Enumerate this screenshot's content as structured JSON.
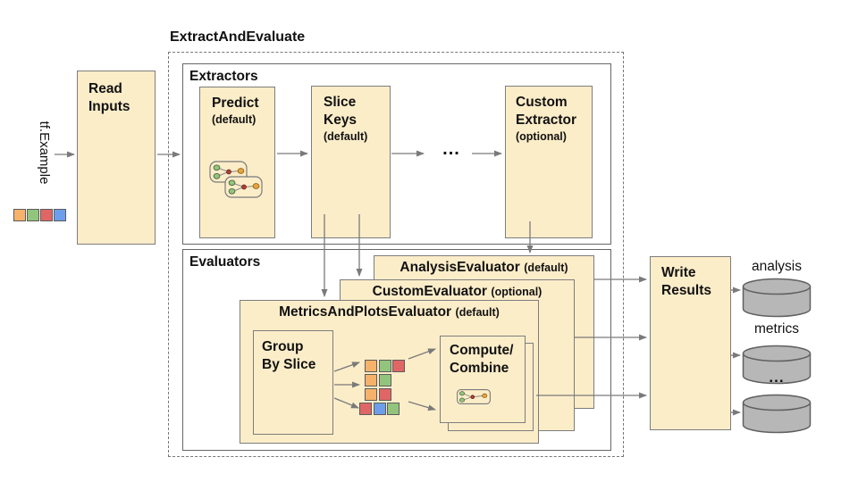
{
  "diagram_title": "ExtractAndEvaluate",
  "input": {
    "label": "tf.Example",
    "squares": [
      "orange",
      "green",
      "red",
      "blue"
    ]
  },
  "read_inputs": {
    "line1": "Read",
    "line2": "Inputs"
  },
  "extractors": {
    "label": "Extractors",
    "predict": {
      "title": "Predict",
      "sub": "(default)"
    },
    "slice_keys": {
      "title_line1": "Slice",
      "title_line2": "Keys",
      "sub": "(default)"
    },
    "ellipsis": "...",
    "custom": {
      "title_line1": "Custom",
      "title_line2": "Extractor",
      "sub": "(optional)"
    }
  },
  "evaluators": {
    "label": "Evaluators",
    "analysis": {
      "name": "AnalysisEvaluator",
      "sub": "(default)"
    },
    "custom": {
      "name": "CustomEvaluator",
      "sub": "(optional)"
    },
    "metrics_plots": {
      "name": "MetricsAndPlotsEvaluator",
      "sub": "(default)"
    },
    "group_by_slice": {
      "line1": "Group",
      "line2": "By Slice"
    },
    "compute_combine": {
      "line1": "Compute/",
      "line2": "Combine"
    },
    "slice_rows": [
      [
        "orange",
        "green",
        "red"
      ],
      [
        "orange",
        "green"
      ],
      [
        "orange",
        "red"
      ],
      [
        "red",
        "blue",
        "green"
      ]
    ]
  },
  "write_results": {
    "line1": "Write",
    "line2": "Results"
  },
  "outputs": {
    "items": [
      {
        "label": "analysis"
      },
      {
        "label": "metrics"
      },
      {
        "label": "..."
      }
    ]
  },
  "palette": {
    "orange": "#f6b26b",
    "green": "#93c47d",
    "red": "#e06666",
    "blue": "#6d9eeb",
    "square_border": "#5b5b5b",
    "box_fill": "#fcedc9",
    "box_border": "#7d7d7d",
    "container_border": "#666666",
    "arrow": "#7a7a7a",
    "cylinder_fill": "#b7b7b7",
    "cylinder_border": "#606060"
  }
}
